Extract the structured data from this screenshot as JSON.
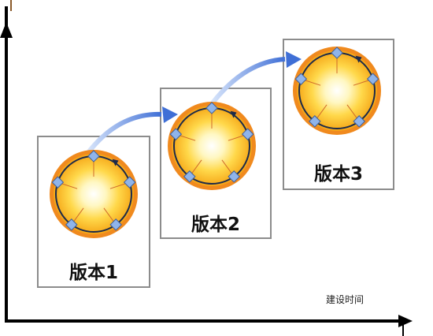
{
  "versions": [
    {
      "label": "版本1"
    },
    {
      "label": "版本2"
    },
    {
      "label": "版本3"
    }
  ],
  "axis": {
    "x_label": "建设时间"
  },
  "colors": {
    "axis": "#000000",
    "box_border": "#8c8c8c",
    "arrow": "#4a78d6",
    "ring_outer": "#f08a1e",
    "ring_fill": "#f5b321",
    "core_center": "#ffffff",
    "node": "#8fb4ea"
  }
}
